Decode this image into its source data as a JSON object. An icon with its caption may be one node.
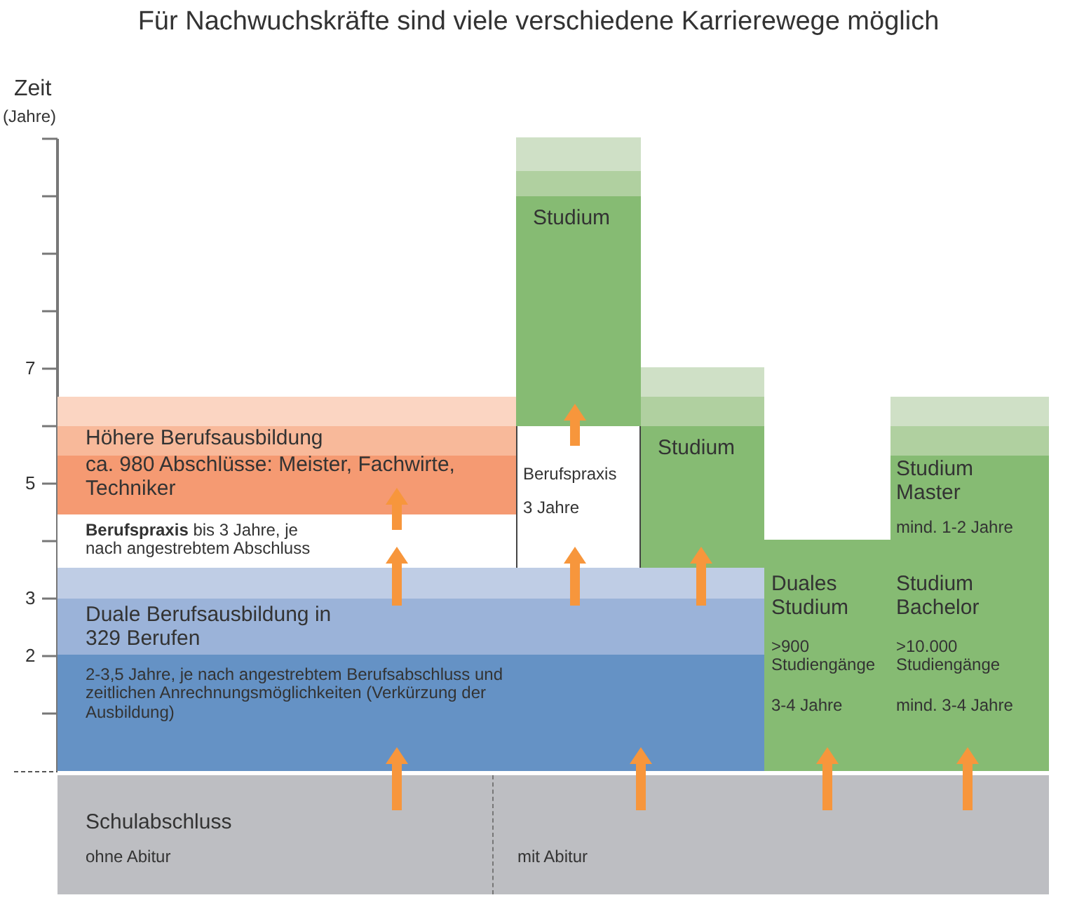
{
  "diagram": {
    "title": "Für Nachwuchskräfte sind viele verschiedene Karrierewege möglich",
    "nodes": [
      {
        "text": [
          "Schulabschluss",
          "ohne Abitur",
          "mit Abitur"
        ]
      },
      {
        "text": [
          "Duale Berufsausbildung in 329 Berufen",
          "2-3,5 Jahre, je nach angestrebtem Berufsabschluss und zeitlichen Anrechnungsmöglichkeiten (Verkürzung der Ausbildung)"
        ]
      },
      {
        "text": [
          "**Berufspraxis** bis 3 Jahre, je nach angestrebtem Abschluss"
        ]
      },
      {
        "text": [
          "Höhere Berufsausbildung",
          "ca. 980 Abschlüsse: Meister, Fachwirte, Techniker"
        ]
      },
      {
        "text": [
          "Berufspraxis",
          "3 Jahre"
        ]
      },
      {
        "text": [
          "Studium"
        ]
      },
      {
        "text": [
          "Studium"
        ]
      },
      {
        "text": [
          "Duales Studium",
          ">900 Studiengänge",
          "3-4 Jahre"
        ]
      },
      {
        "text": [
          "Studium Master",
          "mind. 1-2 Jahre"
        ]
      },
      {
        "text": [
          "Studium Bachelor",
          ">10.000 Studiengänge",
          "mind. 3-4 Jahre"
        ]
      }
    ],
    "edges": [
      {
        "from": 0,
        "to": 1,
        "arrow": "to"
      },
      {
        "from": 0,
        "to": 1,
        "arrow": "to"
      },
      {
        "from": 0,
        "to": 7,
        "arrow": "to"
      },
      {
        "from": 0,
        "to": 9,
        "arrow": "to"
      },
      {
        "from": 1,
        "to": 2,
        "arrow": "to"
      },
      {
        "from": 2,
        "to": 3,
        "arrow": "to"
      },
      {
        "from": 1,
        "to": 4,
        "arrow": "to"
      },
      {
        "from": 4,
        "to": 5,
        "arrow": "to"
      },
      {
        "from": 1,
        "to": 6,
        "arrow": "to"
      }
    ],
    "labels": [
      "Zeit",
      "(Jahre)",
      "7",
      "5",
      "3",
      "2"
    ]
  }
}
